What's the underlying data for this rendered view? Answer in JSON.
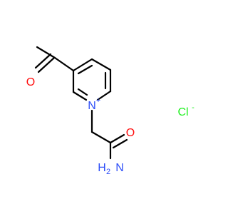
{
  "molecule": {
    "atom_labels": {
      "carbonyl_oxygen": "O",
      "ring_nitrogen": "N",
      "ring_nitrogen_charge": "+",
      "amide_oxygen": "O",
      "amide_nitrogen": "N",
      "amide_hydrogen": "H",
      "amide_h_count": "2",
      "chloride": "Cl",
      "chloride_charge": "-"
    },
    "colors": {
      "bond": "#000000",
      "oxygen": "#ff0d0d",
      "nitrogen": "#3050f8",
      "chlorine": "#1ff01f"
    }
  }
}
